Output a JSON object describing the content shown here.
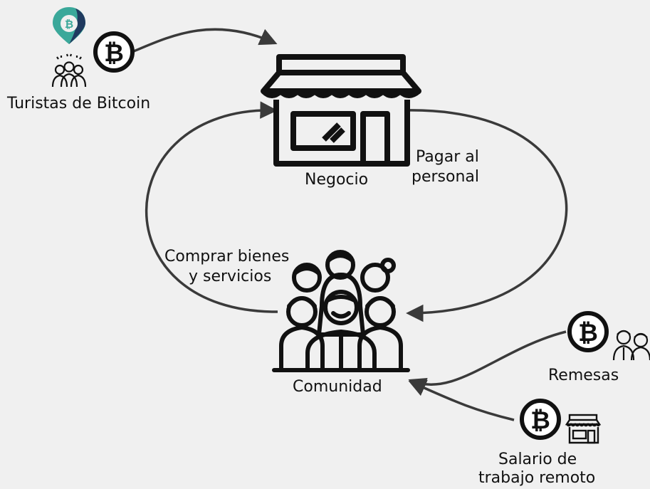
{
  "nodes": {
    "tourists": "Turistas de Bitcoin",
    "business": "Negocio",
    "pay_staff": [
      "Pagar al",
      "personal"
    ],
    "buy_goods": [
      "Comprar bienes",
      "y servicios"
    ],
    "community": "Comunidad",
    "remittances": "Remesas",
    "remote_work": [
      "Salario de",
      "trabajo remoto"
    ]
  },
  "icons": {
    "bitcoin": "bitcoin-coin-icon",
    "store": "storefront-icon",
    "crowd": "community-crowd-icon",
    "map_pin": "bitcoin-map-pin-icon",
    "tourists": "tourist-group-icon",
    "elderly": "elderly-couple-icon",
    "small_store": "small-storefront-icon"
  },
  "colors": {
    "background": "#f0f0f0",
    "ink": "#111111",
    "arrow": "#3a3a3a",
    "pin_teal": "#3aa89a",
    "pin_navy": "#1f3a5f"
  }
}
